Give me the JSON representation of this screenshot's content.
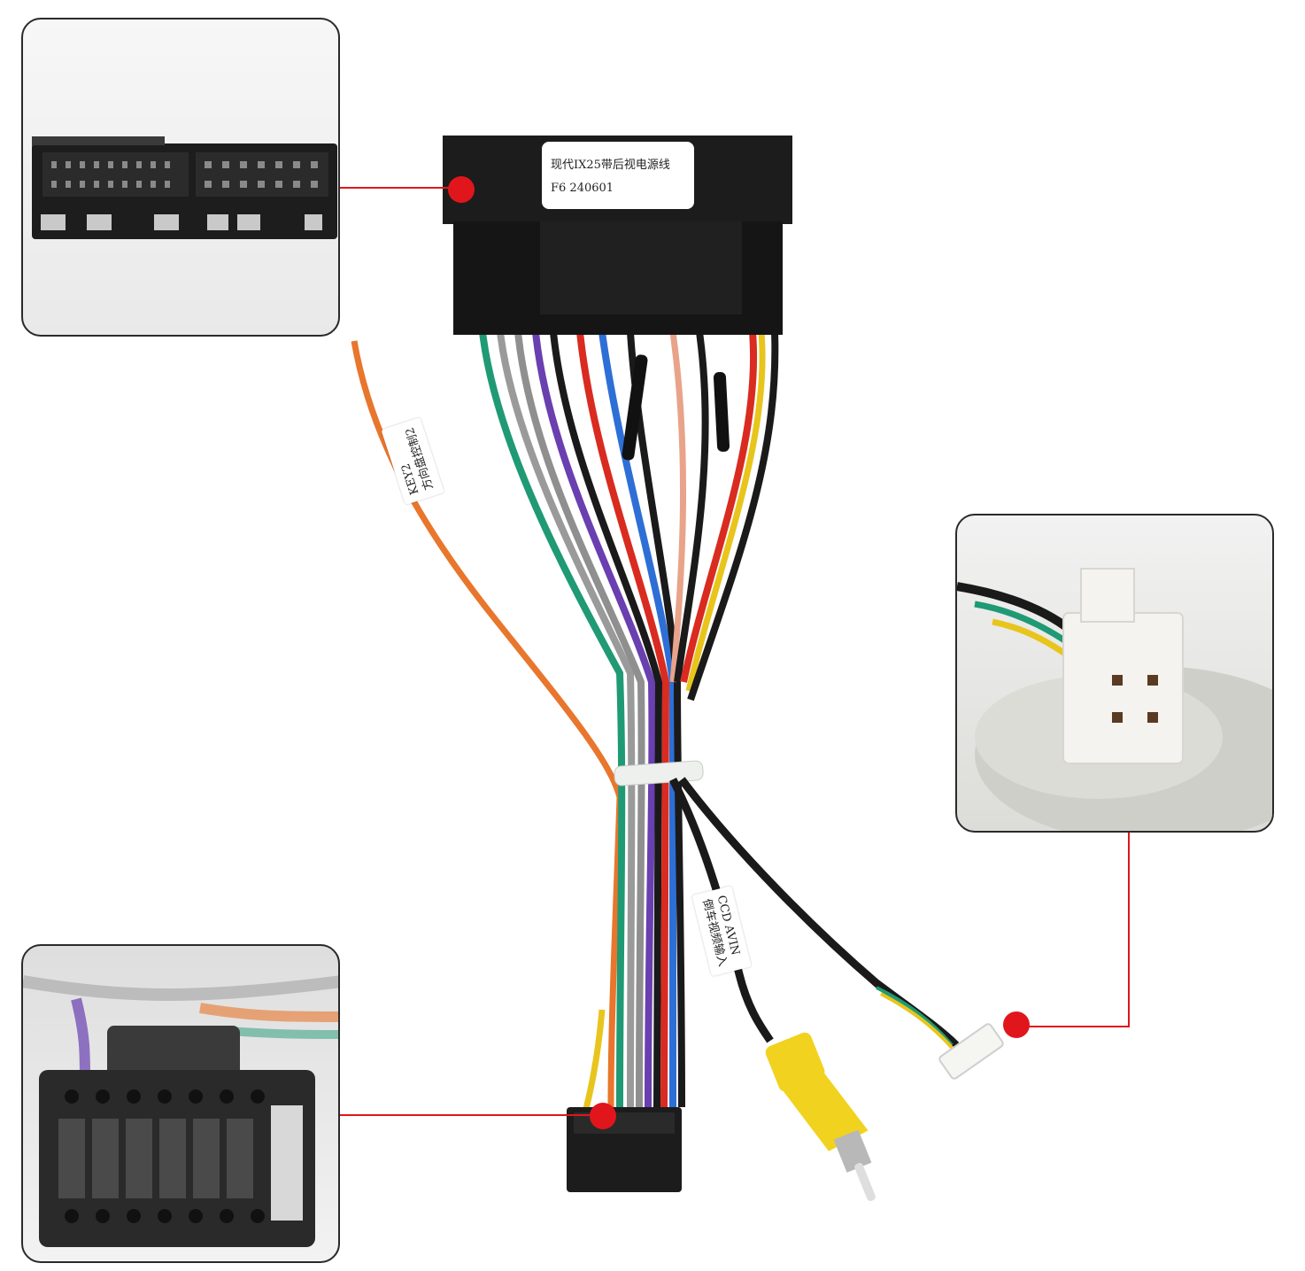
{
  "main_connector_label": {
    "line1": "现代IX25带后视电源线",
    "line2": "F6  240601"
  },
  "wire_tag_key2": {
    "line1": "KEY2",
    "line2": "方向盘控制2"
  },
  "wire_tag_ccd": {
    "line1": "CCD AVIN",
    "line2": "倒车视频输入"
  },
  "colors": {
    "callout_red": "#e0161c",
    "connector_black": "#1c1c1c",
    "rca_yellow": "#f1d21e",
    "wire_orange": "#e8762c",
    "wire_green": "#1f9a74",
    "wire_purple": "#6a3fb0",
    "wire_gray": "#9a9a9a",
    "wire_red": "#d92b20",
    "wire_blue": "#2e6fd6",
    "wire_yellow": "#e8c51c",
    "wire_black": "#1a1a1a"
  },
  "icons": [
    "callout-dot",
    "connector-photo-inset"
  ]
}
